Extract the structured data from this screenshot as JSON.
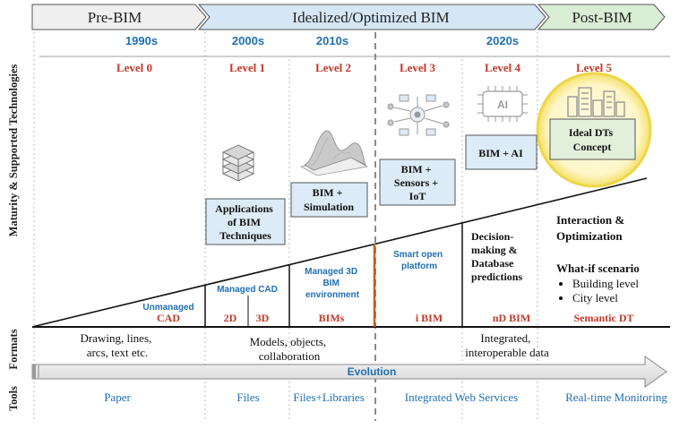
{
  "phases": {
    "pre": "Pre-BIM",
    "ideal": "Idealized/Optimized BIM",
    "post": "Post-BIM"
  },
  "decades": [
    "1990s",
    "2000s",
    "2010s",
    "2020s"
  ],
  "levels": [
    "Level 0",
    "Level 1",
    "Level 2",
    "Level 3",
    "Level 4",
    "Level 5"
  ],
  "row_labels": {
    "maturity": "Maturity & Supported Technologies",
    "formats": "Formats",
    "tools": "Tools"
  },
  "boxes": {
    "applications": [
      "Applications",
      "of BIM",
      "Techniques"
    ],
    "simulation": [
      "BIM +",
      "Simulation"
    ],
    "sensors": [
      "BIM +",
      "Sensors +",
      "IoT"
    ],
    "ai": "BIM + AI",
    "dt": [
      "Ideal DTs",
      "Concept"
    ],
    "ai_chip": "AI"
  },
  "slope_labels": {
    "unmanaged": [
      "Unmanaged",
      "CAD"
    ],
    "managed_cad": "Managed CAD",
    "d2": "2D",
    "d3": "3D",
    "managed_bim": [
      "Managed 3D",
      "BIM",
      "environment"
    ],
    "bims": "BIMs",
    "smart": [
      "Smart open",
      "platform"
    ],
    "ibim": "i BIM",
    "decision": [
      "Decision-",
      "making &",
      "Database",
      "predictions"
    ],
    "ndbim": "nD BIM",
    "interaction": [
      "Interaction  &",
      "Optimization"
    ],
    "whatif": "What-if scenario",
    "bullets": [
      "Building level",
      "City level"
    ],
    "semantic": "Semantic DT"
  },
  "formats": {
    "f0": [
      "Drawing, lines,",
      "arcs, text etc."
    ],
    "f1": [
      "Models, objects,",
      "collaboration"
    ],
    "f2": [
      "Integrated,",
      "interoperable data"
    ]
  },
  "evolution": "Evolution",
  "tools": [
    "Paper",
    "Files",
    "Files+Libraries",
    "Integrated Web Services",
    "Real-time Monitoring"
  ],
  "colors": {
    "level_red": "#c0392b",
    "blue_text": "#1f6fb4",
    "box_fill": "#dcebf7",
    "dt_fill": "#e2efda",
    "halo": "#f3e16b",
    "phase_grey": "#efefef",
    "phase_blue": "#d5e6f5",
    "phase_green": "#d9eed5"
  }
}
